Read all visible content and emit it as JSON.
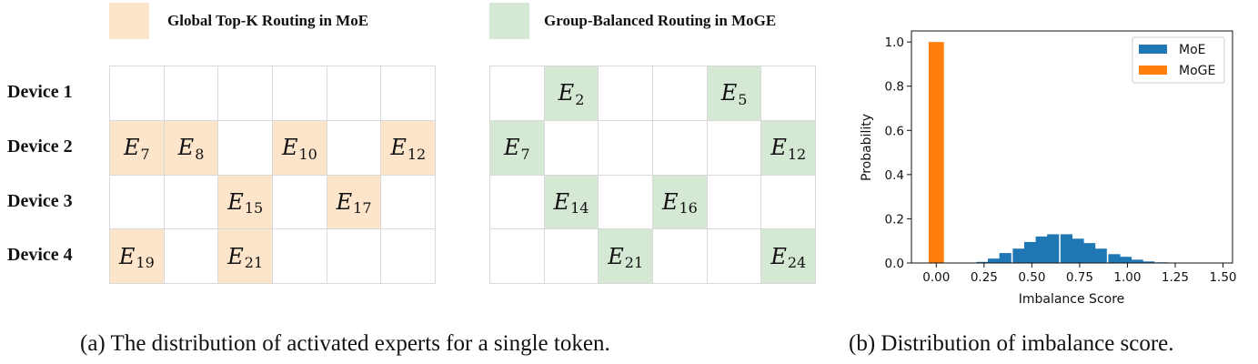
{
  "legend_a": {
    "moe": {
      "label": "Global Top-K Routing in MoE",
      "color": "#fde5cc"
    },
    "moge": {
      "label": "Group-Balanced Routing in MoGE",
      "color": "#d5e8d4"
    }
  },
  "devices": [
    "Device 1",
    "Device 2",
    "Device 3",
    "Device 4"
  ],
  "grid_moe": {
    "title": "Global Top-K Routing in MoE",
    "rows": [
      [
        null,
        null,
        null,
        null,
        null,
        null
      ],
      [
        7,
        8,
        null,
        10,
        null,
        12
      ],
      [
        null,
        null,
        15,
        null,
        17,
        null
      ],
      [
        19,
        null,
        21,
        null,
        null,
        null
      ]
    ]
  },
  "grid_moge": {
    "title": "Group-Balanced Routing in MoGE",
    "rows": [
      [
        null,
        2,
        null,
        null,
        5,
        null
      ],
      [
        7,
        null,
        null,
        null,
        null,
        12
      ],
      [
        null,
        14,
        null,
        16,
        null,
        null
      ],
      [
        null,
        null,
        21,
        null,
        null,
        24
      ]
    ]
  },
  "captions": {
    "a": "(a) The distribution of activated experts for a single token.",
    "b": "(b) Distribution of imbalance score."
  },
  "chart_data": {
    "type": "bar",
    "subtype": "histogram",
    "title": "",
    "xlabel": "Imbalance Score",
    "ylabel": "Probability",
    "xlim": [
      -0.13,
      1.55
    ],
    "ylim": [
      0,
      1.05
    ],
    "xticks": [
      "0.00",
      "0.25",
      "0.50",
      "0.75",
      "1.00",
      "1.25",
      "1.50"
    ],
    "yticks": [
      "0.0",
      "0.2",
      "0.4",
      "0.6",
      "0.8",
      "1.0"
    ],
    "grid": false,
    "legend_position": "upper right",
    "series": [
      {
        "name": "MoE",
        "color": "#1f77b4",
        "bin_width": 0.0625,
        "bin_starts": [
          0.21,
          0.27,
          0.33,
          0.4,
          0.46,
          0.52,
          0.58,
          0.65,
          0.71,
          0.77,
          0.83,
          0.9,
          0.96,
          1.02,
          1.08,
          1.15,
          1.21
        ],
        "values": [
          0.005,
          0.02,
          0.045,
          0.065,
          0.095,
          0.12,
          0.13,
          0.13,
          0.11,
          0.09,
          0.065,
          0.04,
          0.028,
          0.015,
          0.007,
          0.003,
          0.001
        ]
      },
      {
        "name": "MoGE",
        "color": "#ff7f0e",
        "bin_width": 0.08,
        "bin_starts": [
          -0.04
        ],
        "values": [
          1.0
        ]
      }
    ]
  }
}
